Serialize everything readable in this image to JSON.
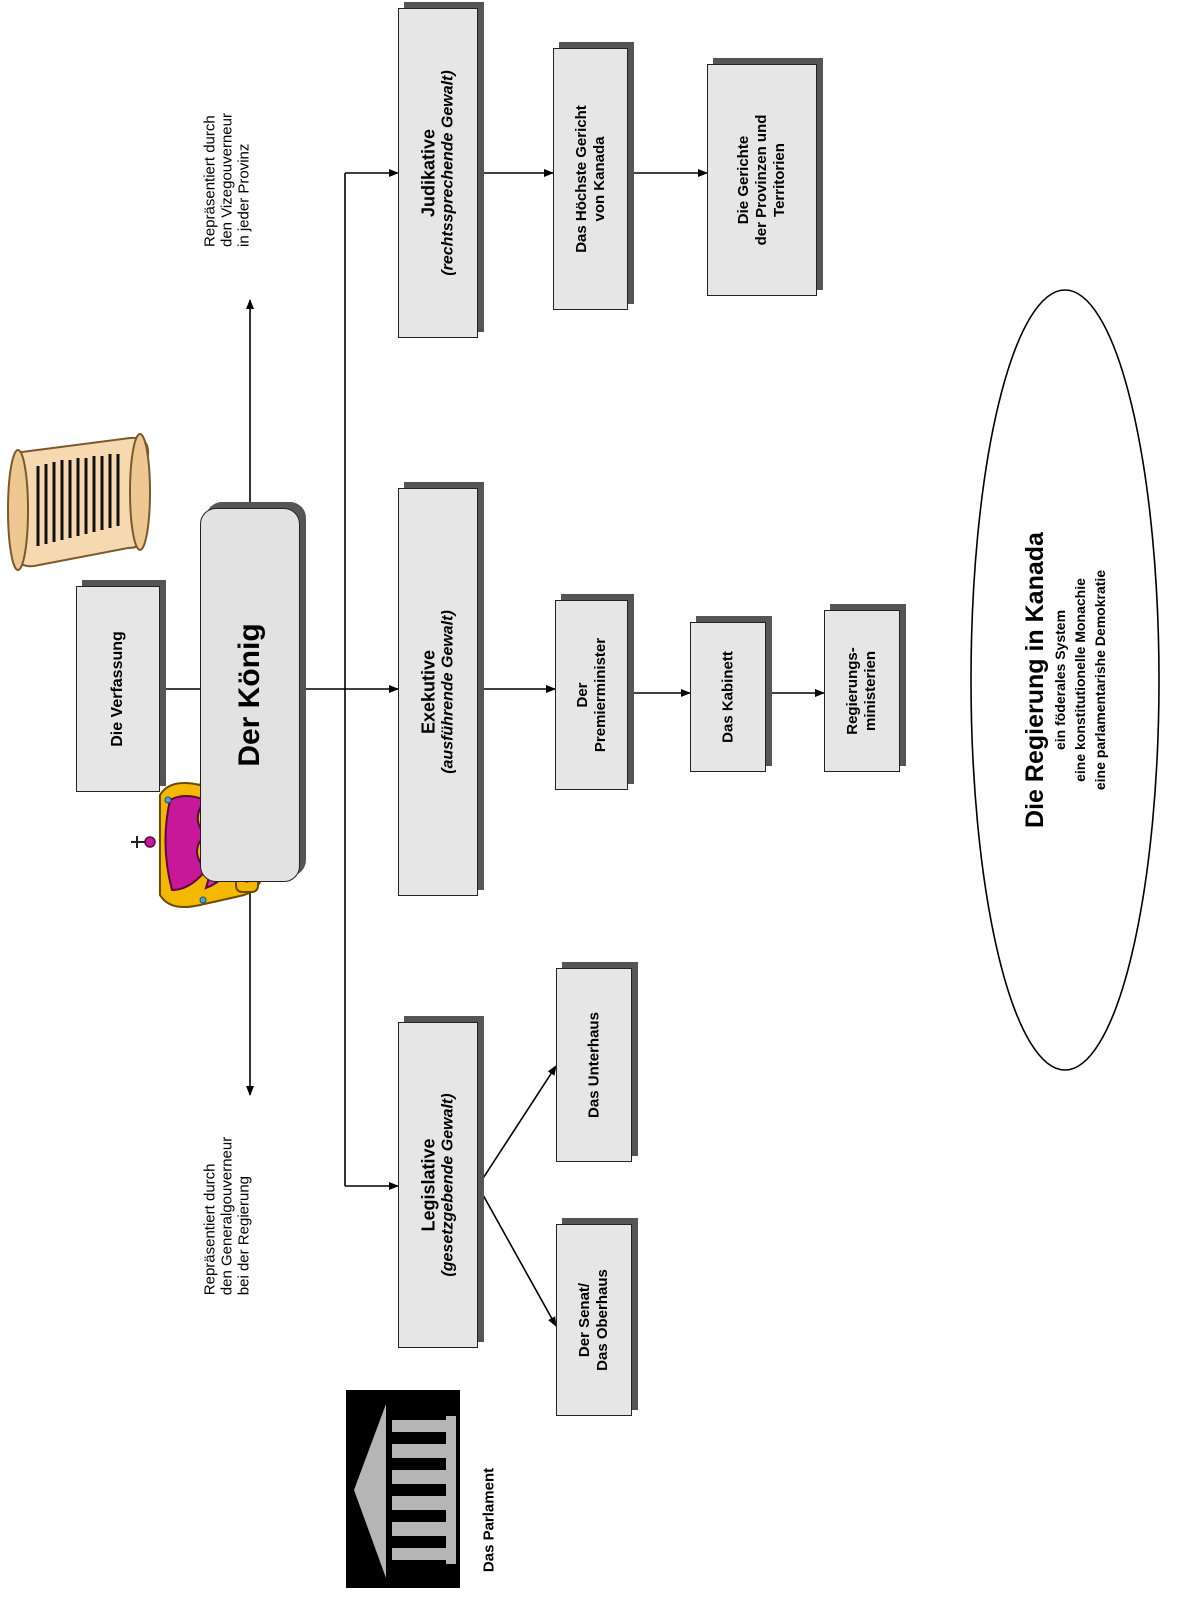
{
  "constitution": {
    "label": "Die Verfassung"
  },
  "king": {
    "label": "Der König"
  },
  "judicative": {
    "title": "Judikative",
    "subtitle": "(rechtssprechende Gewalt)"
  },
  "executive": {
    "title": "Exekutive",
    "subtitle": "(ausführende Gewalt)"
  },
  "legislative": {
    "title": "Legislative",
    "subtitle": "(gesetzgebende Gewalt)"
  },
  "supreme_court": {
    "line1": "Das Höchste Gericht",
    "line2": "von Kanada"
  },
  "provincial_courts": {
    "line1": "Die Gerichte",
    "line2": "der Provinzen und",
    "line3": "Territorien"
  },
  "prime_minister": {
    "line1": "Der",
    "line2": "Premierminister"
  },
  "cabinet": {
    "label": "Das Kabinett"
  },
  "ministries": {
    "line1": "Regierungs-",
    "line2": "ministerien"
  },
  "commons": {
    "label": "Das Unterhaus"
  },
  "senate": {
    "line1": "Der Senat/",
    "line2": "Das Oberhaus"
  },
  "lieutenant_governor_note": {
    "line1": "Repräsentiert durch",
    "line2": "den Vizegouverneur",
    "line3": "in jeder Provinz"
  },
  "governor_general_note": {
    "line1": "Repräsentiert durch",
    "line2": "den Generalgouverneur",
    "line3": "bei der Regierung"
  },
  "parliament": {
    "label": "Das Parlament"
  },
  "summary": {
    "title": "Die Regierung in Kanada",
    "line1": "ein föderales System",
    "line2": "eine konstitutionelle Monachie",
    "line3": "eine parlamentarishe Demokratie"
  },
  "colors": {
    "box_fill": "#e6e6e6",
    "shadow": "#555555",
    "crown_purple": "#c8189a",
    "crown_gold": "#f5b800",
    "scroll": "#f6d9b0"
  }
}
